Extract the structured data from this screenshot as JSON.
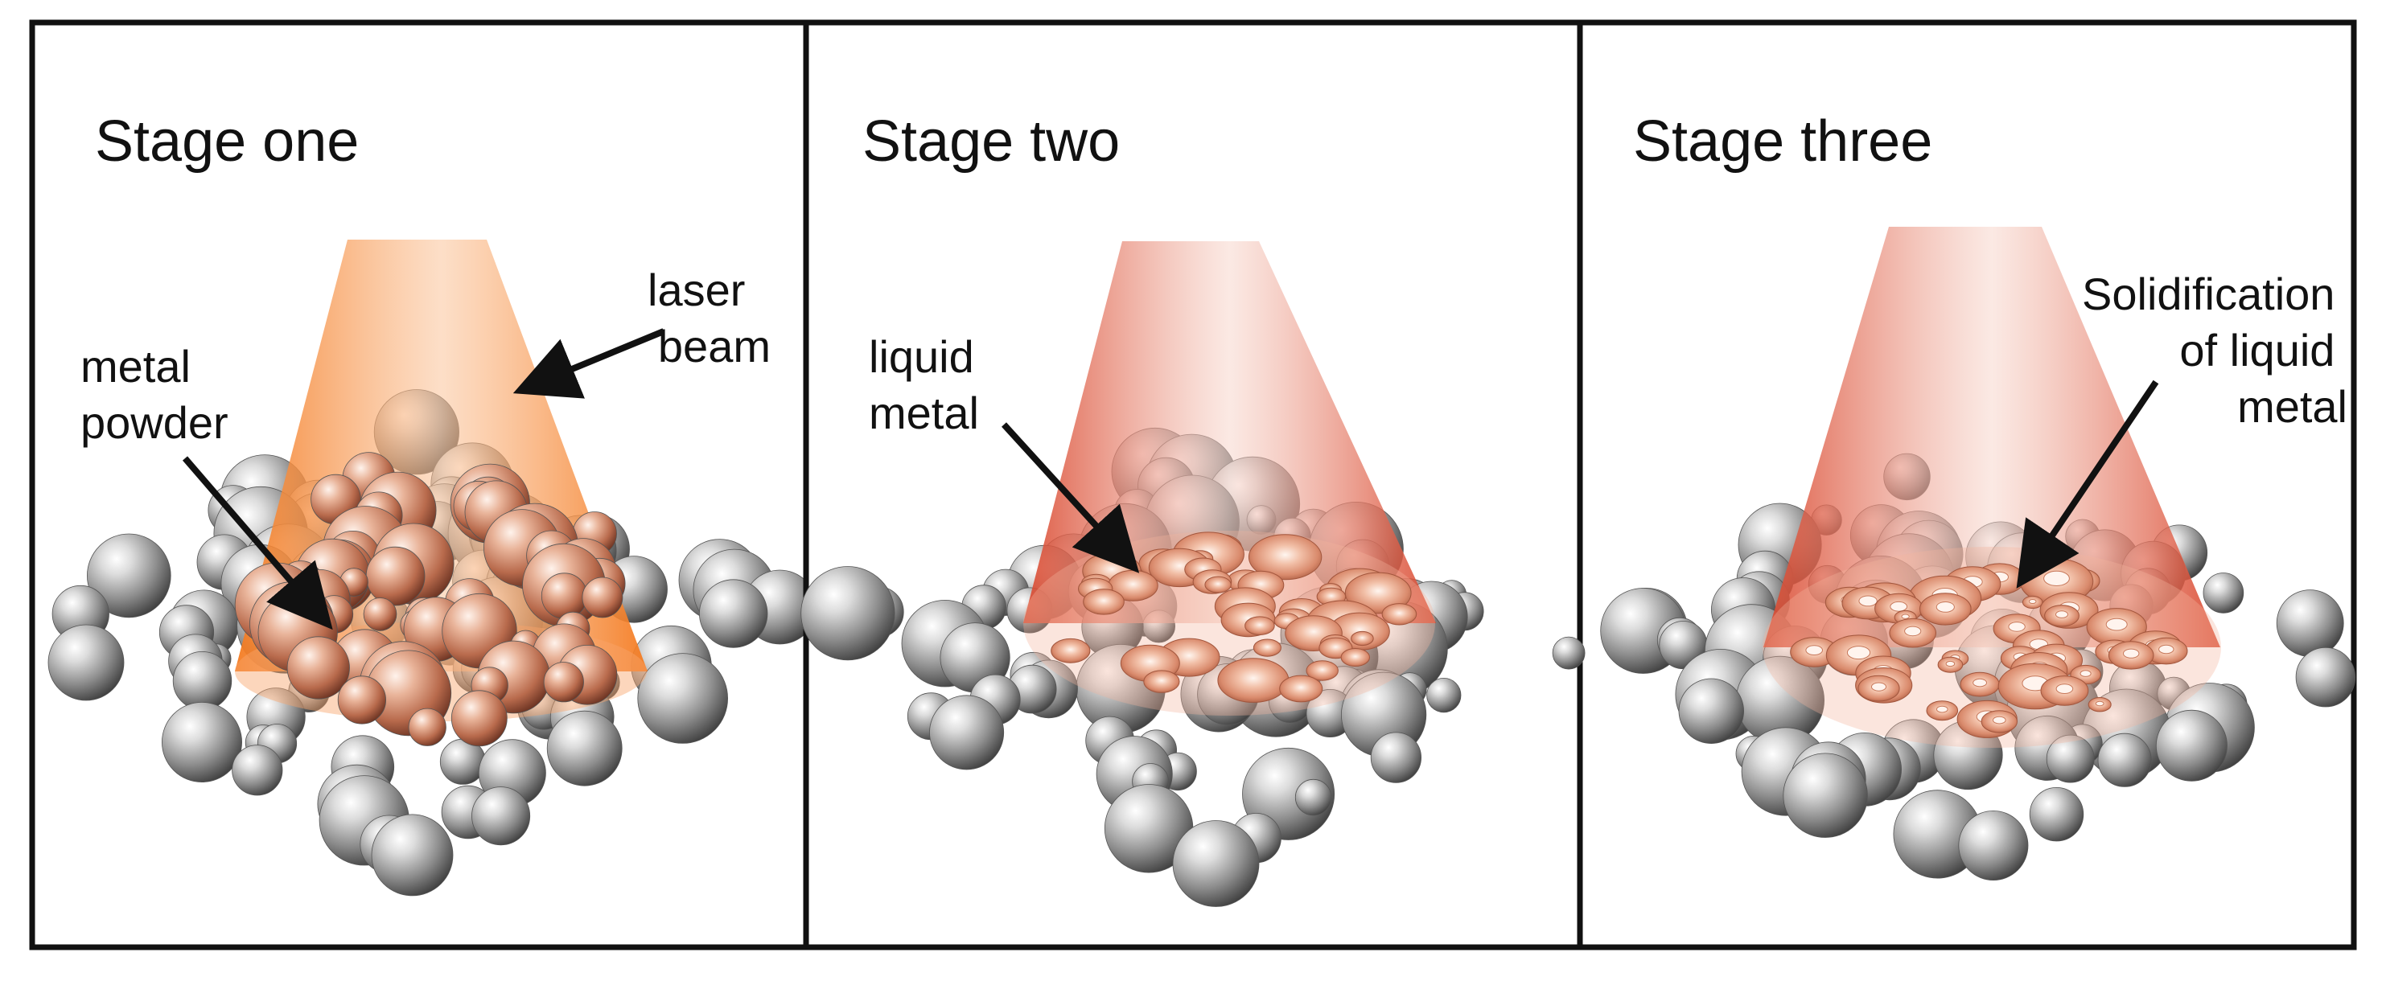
{
  "panels": [
    {
      "title": "Stage one",
      "labels": [
        {
          "lines": [
            "laser",
            "beam"
          ]
        },
        {
          "lines": [
            "metal",
            "powder"
          ]
        }
      ]
    },
    {
      "title": "Stage two",
      "labels": [
        {
          "lines": [
            "liquid",
            "metal"
          ]
        }
      ]
    },
    {
      "title": "Stage three",
      "labels": [
        {
          "lines": [
            "Solidification",
            "of liquid",
            "metal"
          ]
        }
      ]
    }
  ],
  "colors": {
    "laser_orange": "#f47a1f",
    "laser_red": "#d9442a",
    "sphere_silver": "#a9a9a9",
    "sphere_copper": "#d98863",
    "border": "#111111"
  }
}
